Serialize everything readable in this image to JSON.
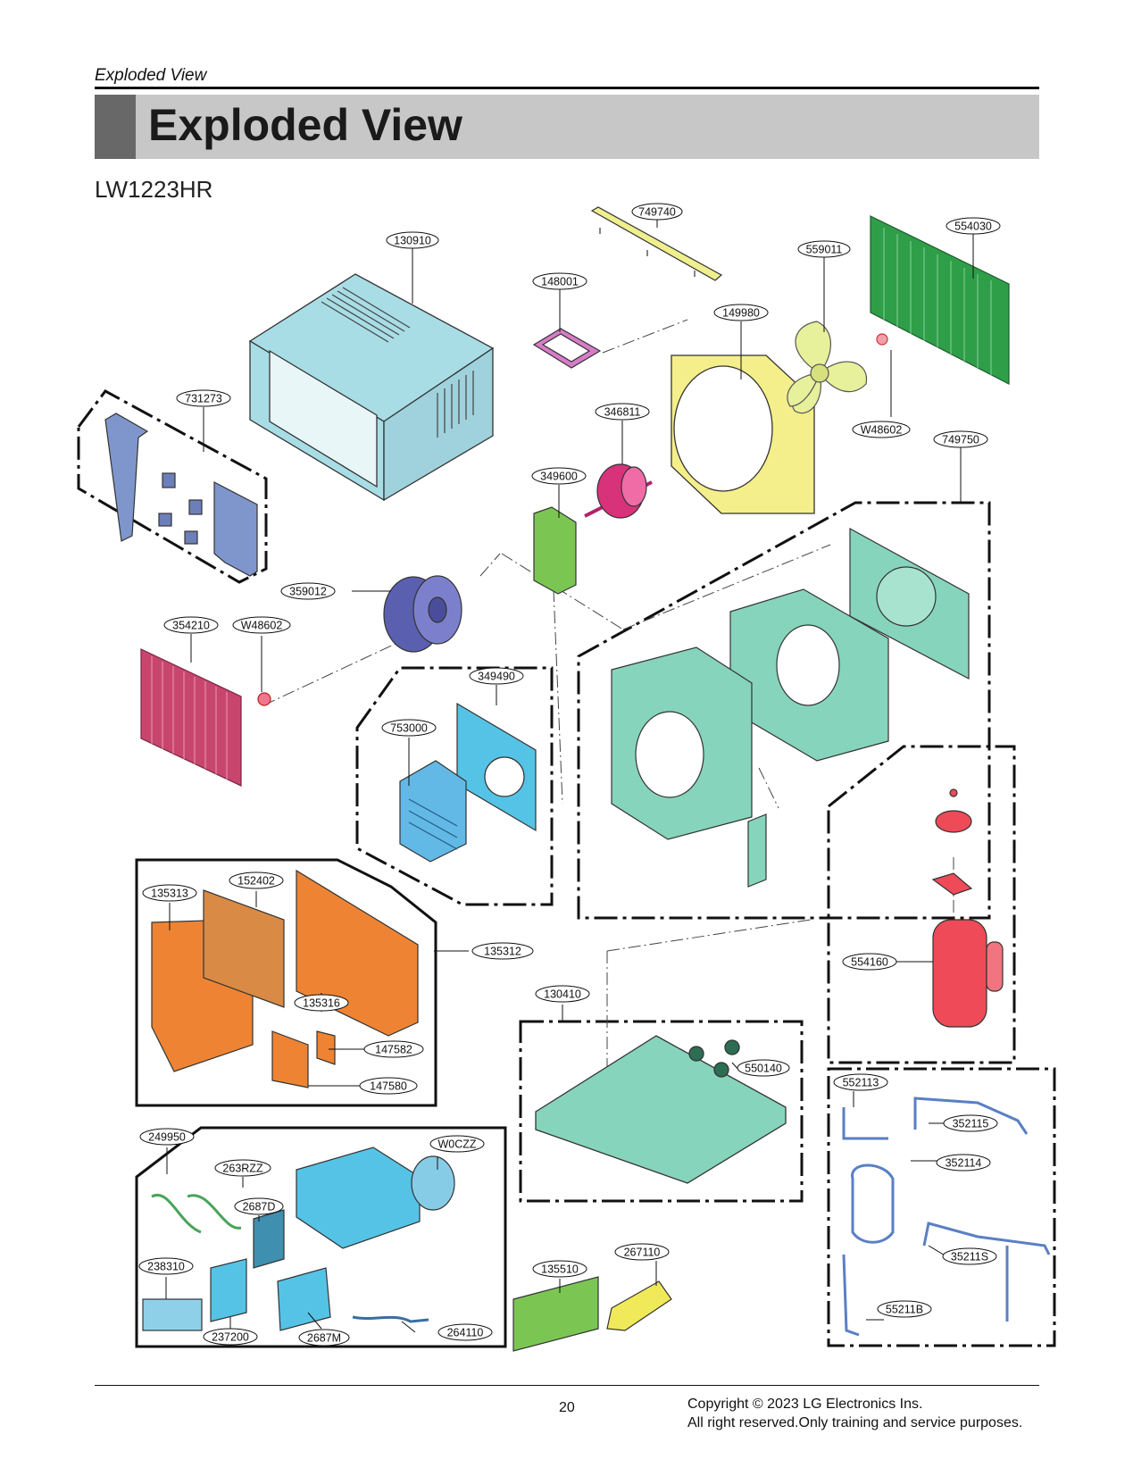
{
  "header": {
    "caption": "Exploded View",
    "title": "Exploded View",
    "model": "LW1223HR"
  },
  "parts": {
    "p749740": "749740",
    "p554030": "554030",
    "p130910": "130910",
    "p559011": "559011",
    "p148001": "148001",
    "p149980": "149980",
    "p731273": "731273",
    "p346811": "346811",
    "pW48602a": "W48602",
    "p749750": "749750",
    "p349600": "349600",
    "p359012": "359012",
    "p354210": "354210",
    "pW48602b": "W48602",
    "p349490": "349490",
    "p753000": "753000",
    "p152402": "152402",
    "p135313": "135313",
    "p135312": "135312",
    "p554160": "554160",
    "p130410": "130410",
    "p135316": "135316",
    "p147582": "147582",
    "p550140": "550140",
    "p147580": "147580",
    "p552113": "552113",
    "p352115": "352115",
    "p249950": "249950",
    "pW0CZZ": "W0CZZ",
    "p263RZZ": "263RZZ",
    "p352114": "352114",
    "p2687D": "2687D",
    "p35211S": "35211S",
    "p238310": "238310",
    "p267110": "267110",
    "p135510": "135510",
    "p55211B": "55211B",
    "p237200": "237200",
    "p2687M": "2687M",
    "p264110": "264110"
  },
  "colors": {
    "cabinet": "#a8dde6",
    "guide": "#7f96cc",
    "evap": "#c8466e",
    "fan_blue": "#5b5fb0",
    "shroud_yellow": "#f4ef8a",
    "fan_yellow": "#e7f09a",
    "condenser": "#2f9e48",
    "motor": "#d8327b",
    "bracket_green": "#7bc653",
    "teal": "#86d4bb",
    "control_blue": "#55c3e6",
    "grille_orange": "#ee8433",
    "compressor": "#ee4a57",
    "pipe": "#5a7fc4"
  },
  "footer": {
    "page_number": "20",
    "copyright_line1": "Copyright © 2023 LG Electronics Ins.",
    "copyright_line2": "All right reserved.Only training and service purposes."
  }
}
